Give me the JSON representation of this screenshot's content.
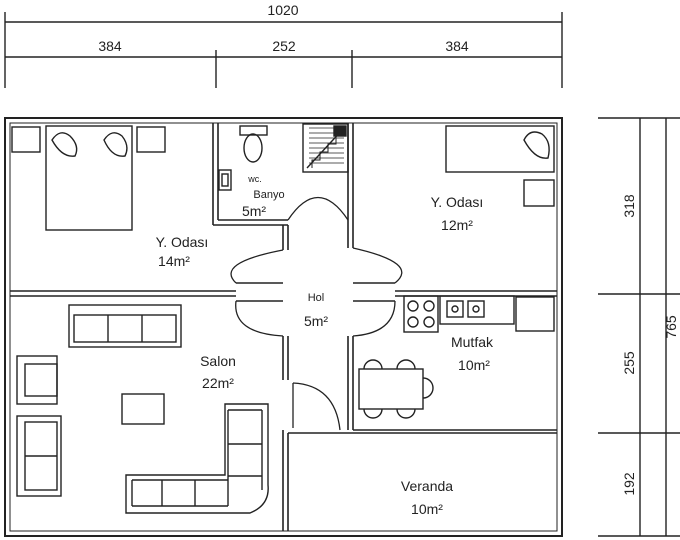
{
  "dimensions": {
    "total_width": "1020",
    "top_segments": [
      "384",
      "252",
      "384"
    ],
    "total_depth": "765",
    "right_segments": [
      "318",
      "255",
      "192"
    ]
  },
  "rooms": {
    "bedroom_left": {
      "name": "Y. Odası",
      "area": "14m²"
    },
    "bathroom": {
      "name_top": "wc.",
      "name": "Banyo",
      "area": "5m²"
    },
    "bedroom_right": {
      "name": "Y. Odası",
      "area": "12m²"
    },
    "hall": {
      "name": "Hol",
      "area": "5m²"
    },
    "living": {
      "name": "Salon",
      "area": "22m²"
    },
    "kitchen": {
      "name": "Mutfak",
      "area": "10m²"
    },
    "veranda": {
      "name": "Veranda",
      "area": "10m²"
    }
  },
  "colors": {
    "line": "#222222",
    "background": "#ffffff"
  }
}
